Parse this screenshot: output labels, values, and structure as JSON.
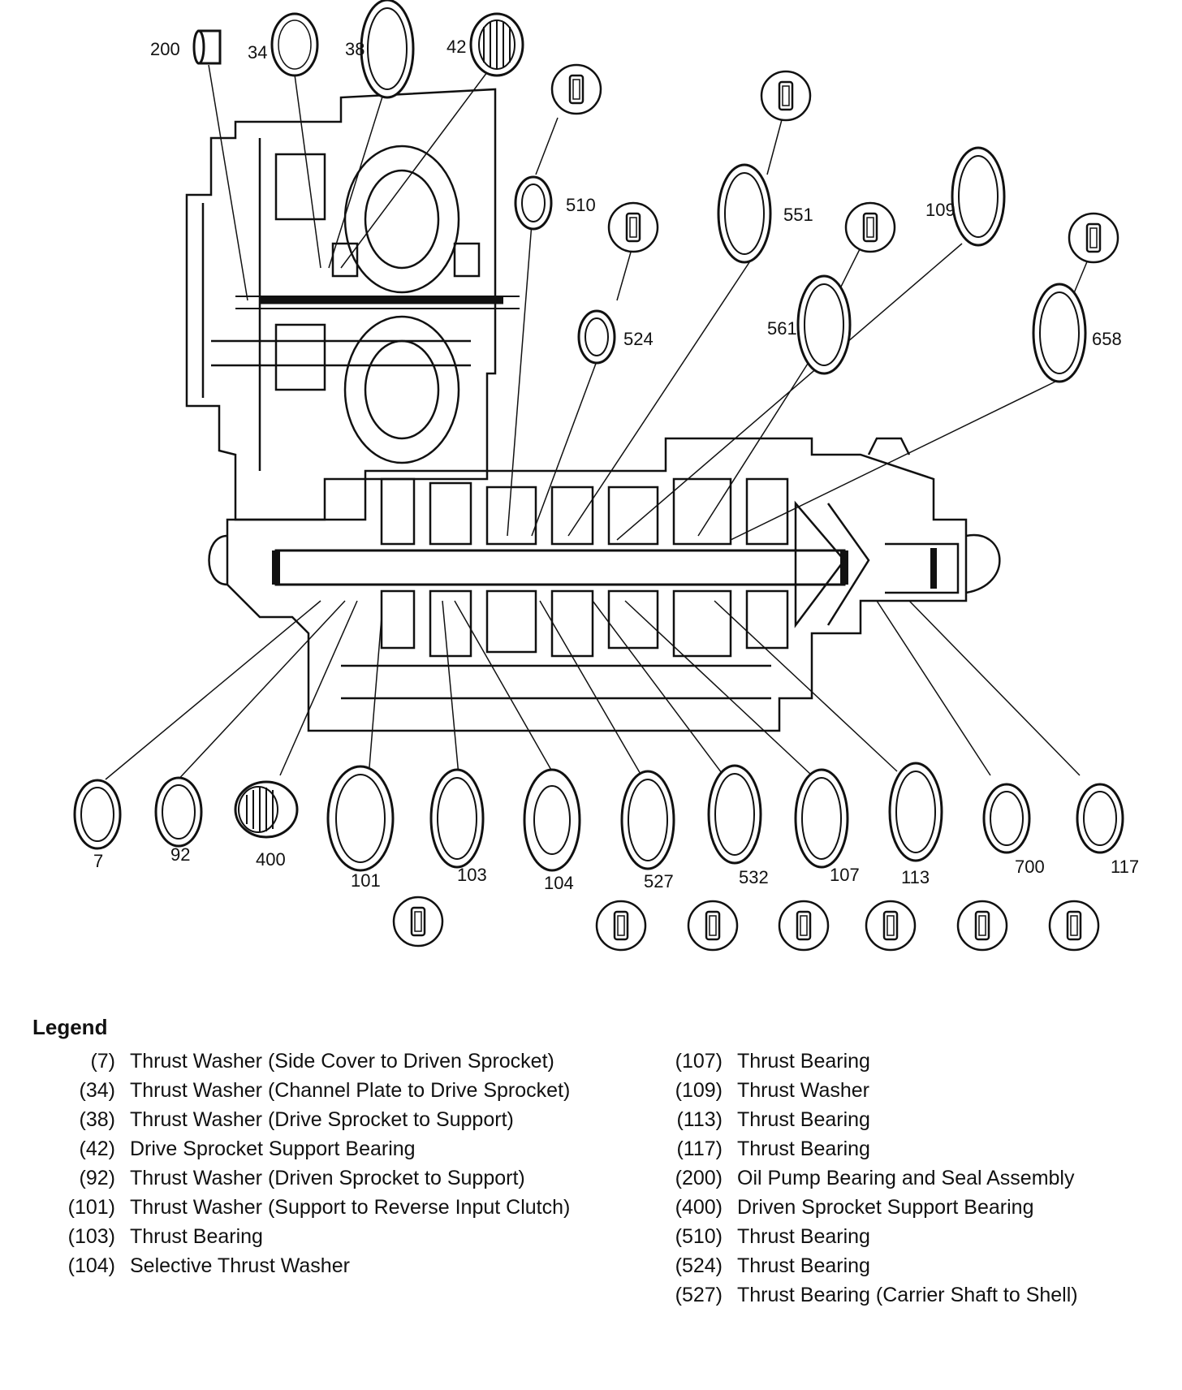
{
  "callouts": {
    "c200": "200",
    "c34": "34",
    "c38": "38",
    "c42": "42",
    "c510": "510",
    "c551": "551",
    "c109": "109",
    "c524": "524",
    "c561": "561",
    "c658": "658",
    "c7": "7",
    "c92": "92",
    "c400": "400",
    "c101": "101",
    "c103": "103",
    "c104": "104",
    "c527": "527",
    "c532": "532",
    "c107": "107",
    "c113": "113",
    "c700": "700",
    "c117": "117"
  },
  "legend": {
    "title": "Legend",
    "left": [
      {
        "num": "(7)",
        "desc": "Thrust Washer (Side Cover to Driven Sprocket)"
      },
      {
        "num": "(34)",
        "desc": "Thrust Washer (Channel Plate to Drive Sprocket)"
      },
      {
        "num": "(38)",
        "desc": "Thrust Washer (Drive Sprocket to Support)"
      },
      {
        "num": "(42)",
        "desc": "Drive Sprocket Support Bearing"
      },
      {
        "num": "(92)",
        "desc": "Thrust Washer (Driven Sprocket to Support)"
      },
      {
        "num": "(101)",
        "desc": "Thrust Washer (Support to Reverse Input Clutch)"
      },
      {
        "num": "(103)",
        "desc": "Thrust Bearing"
      },
      {
        "num": "(104)",
        "desc": "Selective Thrust Washer"
      }
    ],
    "right": [
      {
        "num": "(107)",
        "desc": "Thrust Bearing"
      },
      {
        "num": "(109)",
        "desc": "Thrust Washer"
      },
      {
        "num": "(113)",
        "desc": "Thrust Bearing"
      },
      {
        "num": "(117)",
        "desc": "Thrust Bearing"
      },
      {
        "num": "(200)",
        "desc": "Oil Pump Bearing and Seal Assembly"
      },
      {
        "num": "(400)",
        "desc": "Driven Sprocket Support Bearing"
      },
      {
        "num": "(510)",
        "desc": "Thrust Bearing"
      },
      {
        "num": "(524)",
        "desc": "Thrust Bearing"
      },
      {
        "num": "(527)",
        "desc": "Thrust Bearing (Carrier Shaft to Shell)"
      }
    ]
  }
}
